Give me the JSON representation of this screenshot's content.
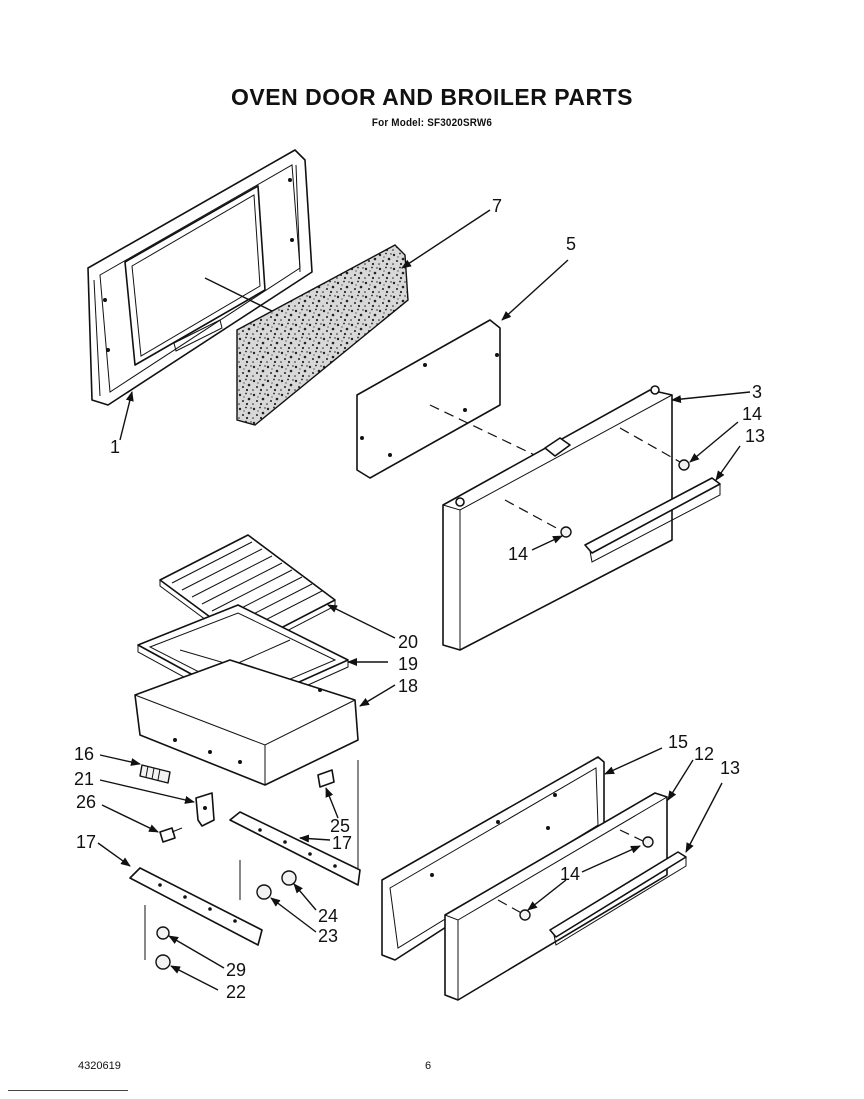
{
  "header": {
    "title": "OVEN DOOR AND BROILER PARTS",
    "subtitle": "For Model: SF3020SRW6"
  },
  "footer": {
    "doc_number": "4320619",
    "page_number": "6"
  },
  "callouts": [
    {
      "id": "c1",
      "label": "1"
    },
    {
      "id": "c7",
      "label": "7"
    },
    {
      "id": "c5",
      "label": "5"
    },
    {
      "id": "c3",
      "label": "3"
    },
    {
      "id": "c14a",
      "label": "14"
    },
    {
      "id": "c13a",
      "label": "13"
    },
    {
      "id": "c14b",
      "label": "14"
    },
    {
      "id": "c20",
      "label": "20"
    },
    {
      "id": "c19",
      "label": "19"
    },
    {
      "id": "c18",
      "label": "18"
    },
    {
      "id": "c16",
      "label": "16"
    },
    {
      "id": "c21",
      "label": "21"
    },
    {
      "id": "c26",
      "label": "26"
    },
    {
      "id": "c25",
      "label": "25"
    },
    {
      "id": "c17a",
      "label": "17"
    },
    {
      "id": "c17b",
      "label": "17"
    },
    {
      "id": "c24",
      "label": "24"
    },
    {
      "id": "c23",
      "label": "23"
    },
    {
      "id": "c29",
      "label": "29"
    },
    {
      "id": "c22",
      "label": "22"
    },
    {
      "id": "c15",
      "label": "15"
    },
    {
      "id": "c12",
      "label": "12"
    },
    {
      "id": "c13b",
      "label": "13"
    },
    {
      "id": "c14c",
      "label": "14"
    }
  ]
}
